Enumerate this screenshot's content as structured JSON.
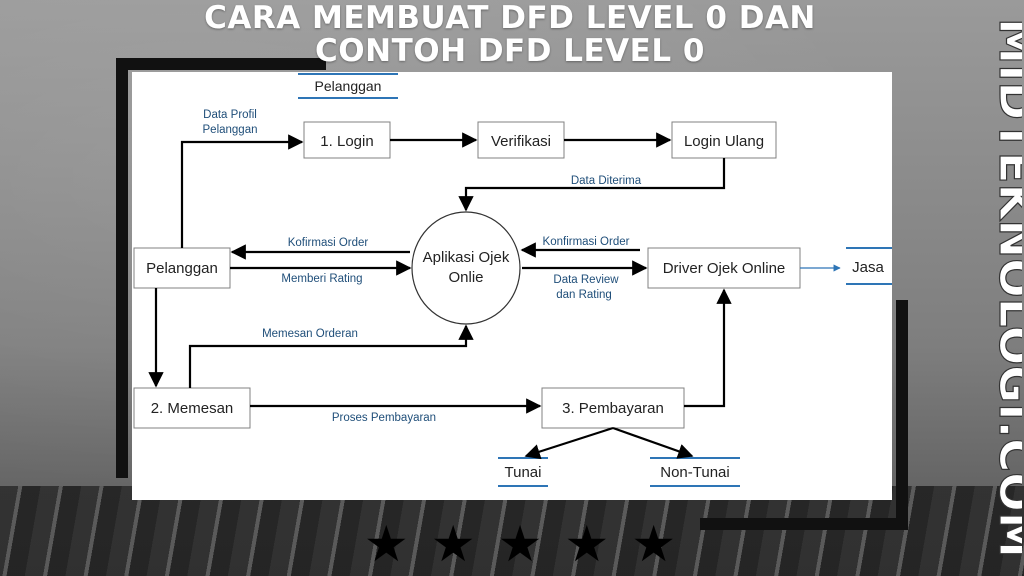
{
  "title": {
    "line1": "CARA MEMBUAT DFD LEVEL 0 DAN",
    "line2": "CONTOH DFD LEVEL 0"
  },
  "watermark": "MIDTEKNOLOGI.COM",
  "diagram": {
    "nodes": {
      "ds_pelanggan": "Pelanggan",
      "login": "1. Login",
      "verifikasi": "Verifikasi",
      "login_ulang": "Login Ulang",
      "pelanggan": "Pelanggan",
      "aplikasi_1": "Aplikasi Ojek",
      "aplikasi_2": "Onlie",
      "driver": "Driver Ojek Online",
      "ds_jasa": "Jasa",
      "memesan": "2. Memesan",
      "pembayaran": "3. Pembayaran",
      "ds_tunai": "Tunai",
      "ds_non_tunai": "Non-Tunai"
    },
    "flows": {
      "data_profil_1": "Data Profil",
      "data_profil_2": "Pelanggan",
      "data_diterima": "Data Diterima",
      "kofirmasi_order": "Kofirmasi Order",
      "memberi_rating": "Memberi Rating",
      "konfirmasi_order": "Konfirmasi Order",
      "data_review_1": "Data Review",
      "data_review_2": "dan Rating",
      "memesan_orderan": "Memesan Orderan",
      "proses_pembayaran": "Proses Pembayaran"
    }
  },
  "stars": {
    "count": 5,
    "glyph": "★"
  },
  "colors": {
    "flow_label": "#1f4e79",
    "datastore_line": "#2e75b6",
    "box_border": "#808080"
  }
}
